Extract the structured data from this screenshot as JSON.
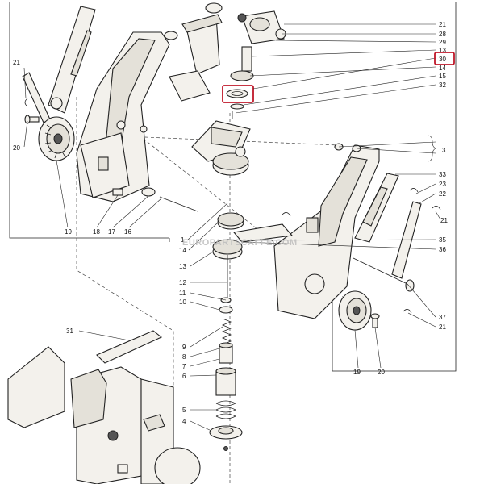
{
  "watermark": "EUROPARTSCAFFE.COM",
  "labels": {
    "l21a": "21",
    "l28": "28",
    "l29": "29",
    "l13": "13",
    "l30": "30",
    "l14a": "14",
    "l15a": "15",
    "l32": "32",
    "l21b": "21",
    "l20a": "20",
    "l19a": "19",
    "l18": "18",
    "l17": "17",
    "l16": "16",
    "l3": "3",
    "l33": "33",
    "l23": "23",
    "l22": "22",
    "l21c": "21",
    "l1": "1",
    "l14b": "14",
    "l13b": "13",
    "l12": "12",
    "l11": "11",
    "l10": "10",
    "l35": "35",
    "l36": "36",
    "l37": "37",
    "l21d": "21",
    "l19b": "19",
    "l20b": "20",
    "l31": "31",
    "l9": "9",
    "l8": "8",
    "l7": "7",
    "l6": "6",
    "l5": "5",
    "l4": "4"
  },
  "colors": {
    "highlight": "#c0182a",
    "line": "#222222",
    "part_fill": "#f3f1ec"
  }
}
